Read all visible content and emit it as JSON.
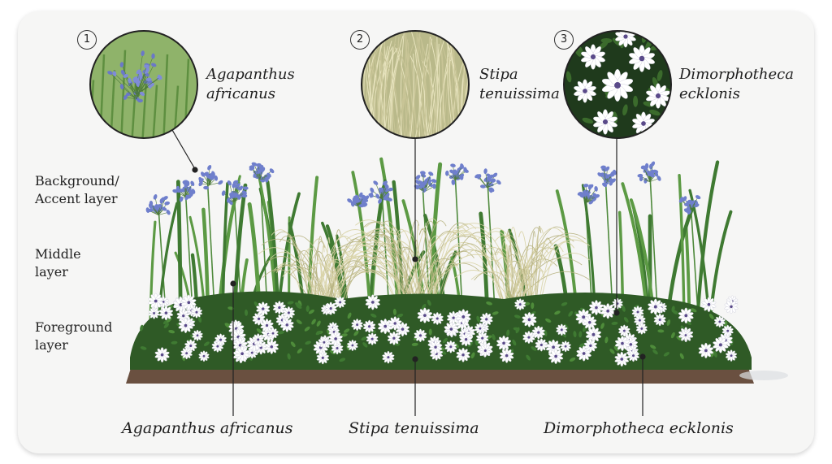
{
  "layers": {
    "background": "Background/\nAccent layer",
    "middle": "Middle\nlayer",
    "foreground": "Foreground\nlayer"
  },
  "callouts": [
    {
      "number": "1",
      "name_line1": "Agapanthus",
      "name_line2": "africanus"
    },
    {
      "number": "2",
      "name_line1": "Stipa",
      "name_line2": "tenuissima"
    },
    {
      "number": "3",
      "name_line1": "Dimorphotheca",
      "name_line2": "ecklonis"
    }
  ],
  "bottom_labels": {
    "agapanthus": "Agapanthus africanus",
    "stipa": "Stipa tenuissima",
    "dimorphotheca": "Dimorphotheca ecklonis"
  },
  "colors": {
    "agapanthus": "#6f7fcc",
    "stipa": "#d8d3a6",
    "daisy": "#ffffff",
    "daisy_center": "#5a4a8a",
    "foliage": "#3f7a32",
    "soil": "#6a5040"
  }
}
